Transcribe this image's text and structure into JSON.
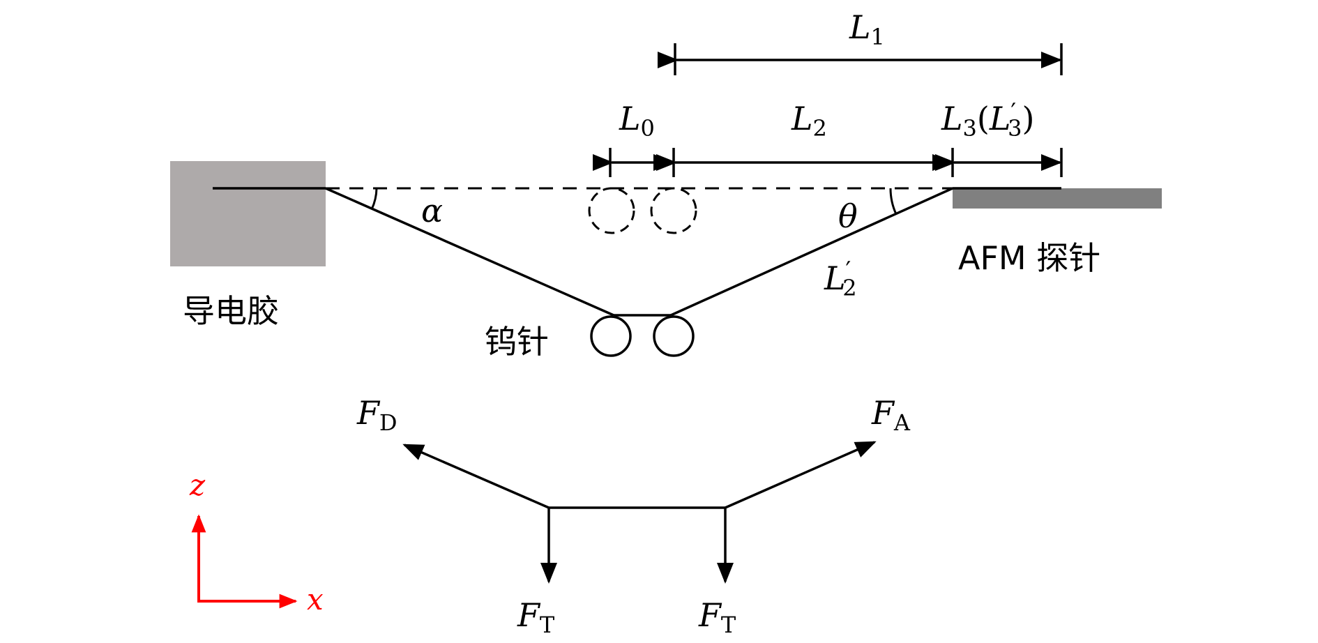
{
  "labels": {
    "L1": "L",
    "L1_sub": "1",
    "L0": "L",
    "L0_sub": "0",
    "L2": "L",
    "L2_sub": "2",
    "L3_main": "L",
    "L3_sub": "3",
    "L3_paren_open": "(",
    "L3_prime": "L",
    "L3_prime_mark": "′",
    "L3_prime_sub": "3",
    "L3_paren_close": ")",
    "L2p": "L",
    "L2p_mark": "′",
    "L2p_sub": "2",
    "alpha": "α",
    "theta": "θ"
  },
  "components": {
    "glue": "导电胶",
    "tungsten": "钨针",
    "afm": "AFM 探针"
  },
  "forces": {
    "FD": "F",
    "FD_sub": "D",
    "FA": "F",
    "FA_sub": "A",
    "FT_left": "F",
    "FT_left_sub": "T",
    "FT_right": "F",
    "FT_right_sub": "T"
  },
  "axes": {
    "z": "z",
    "x": "x"
  },
  "colors": {
    "glue_block": "#aeaaaa",
    "afm_bar": "#808080",
    "axis": "#ff0000",
    "line": "#000000"
  }
}
